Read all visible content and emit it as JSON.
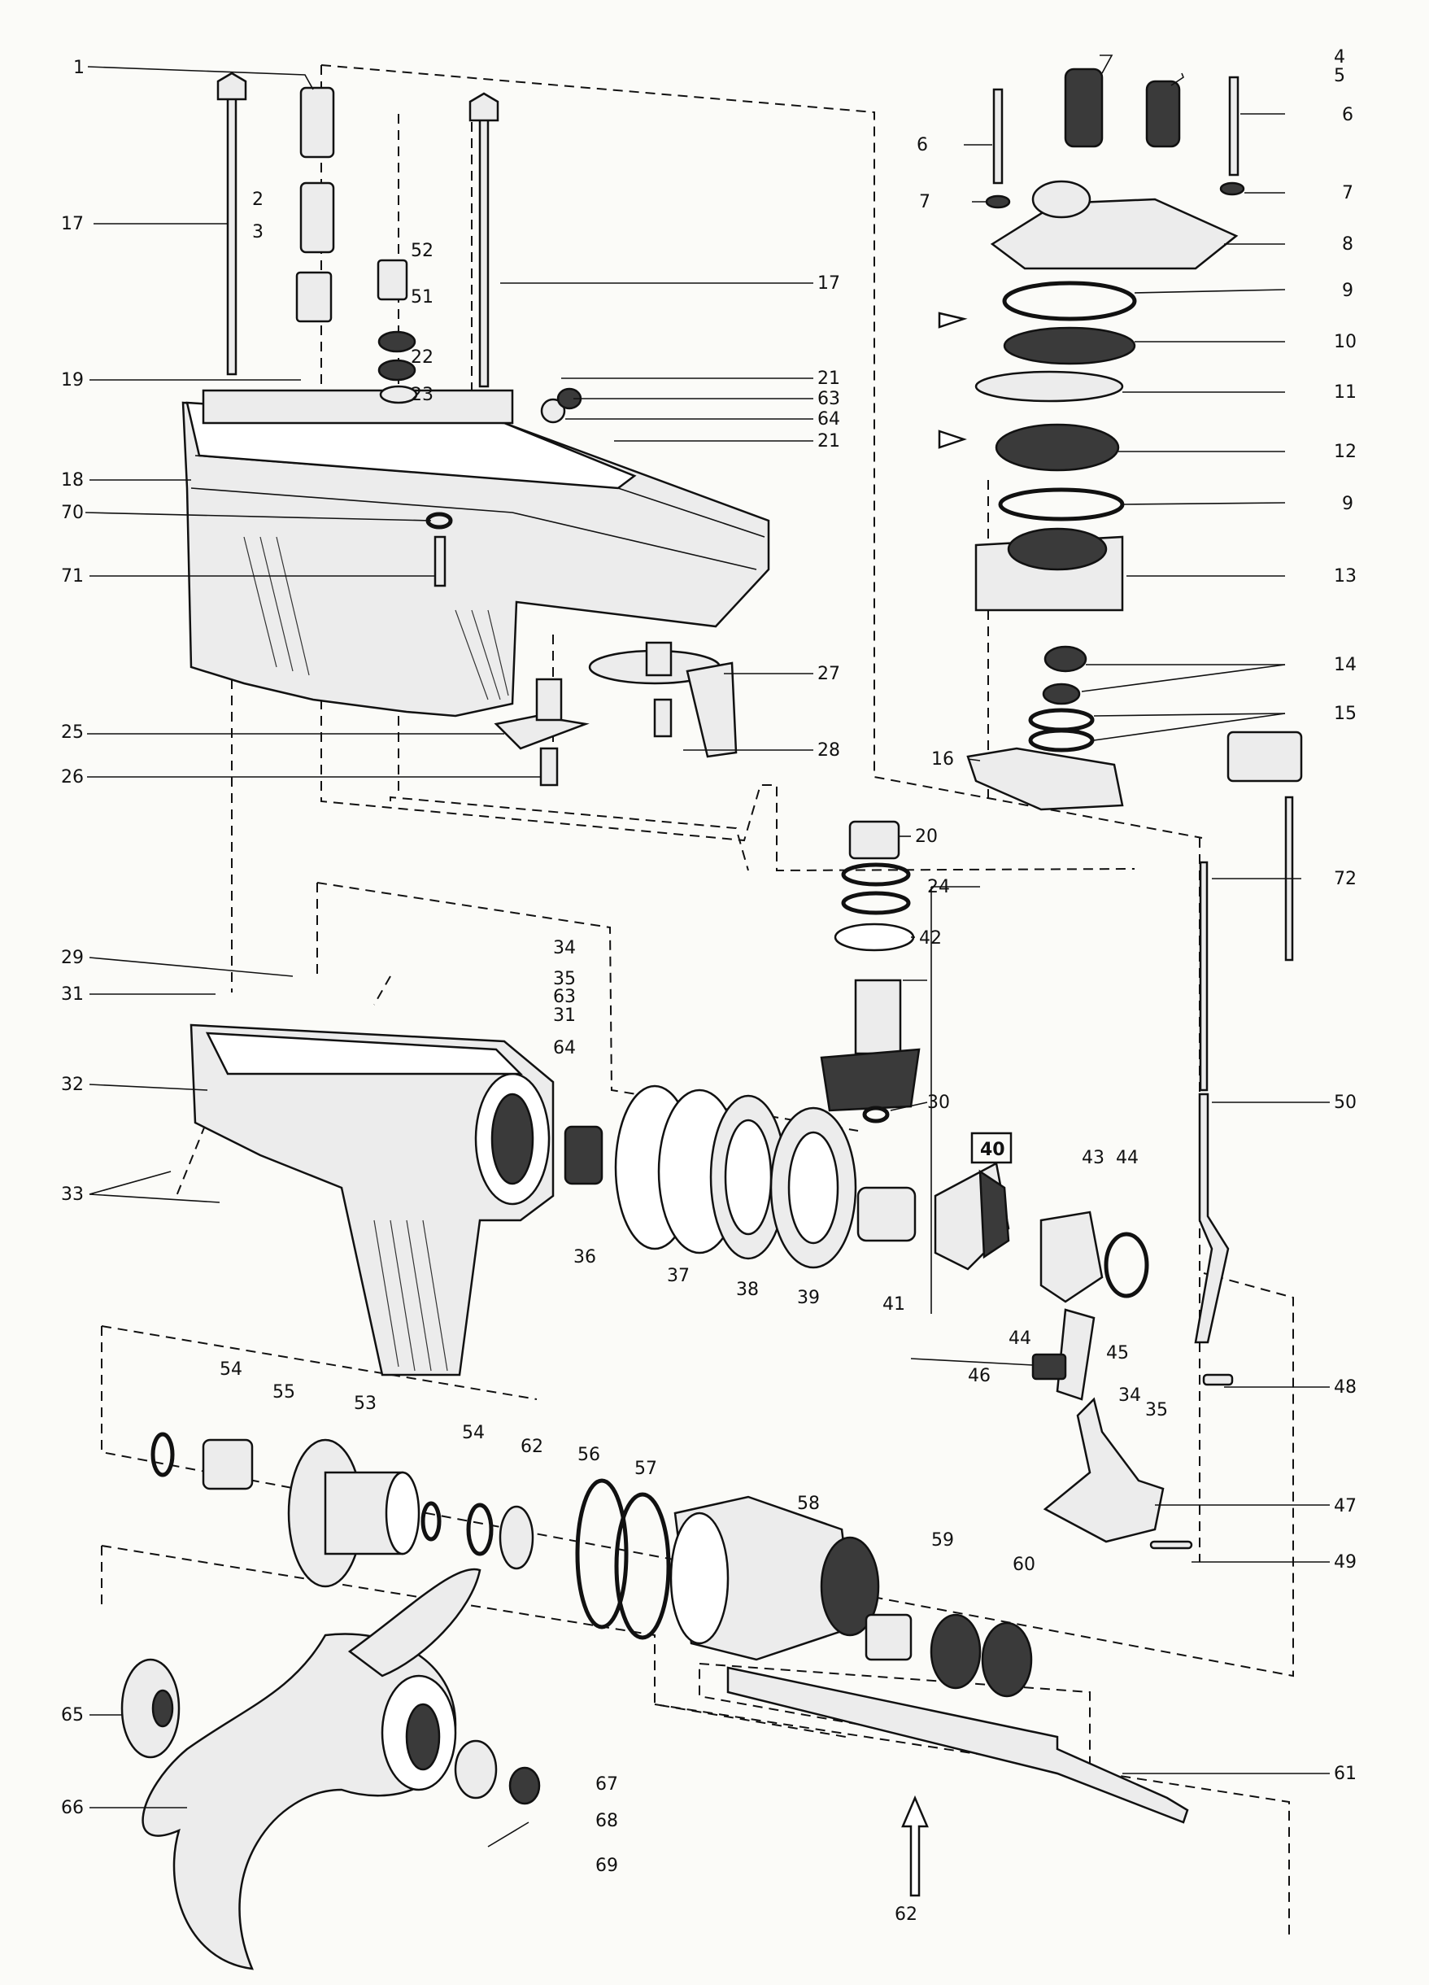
{
  "callouts": [
    {
      "n": "1"
    },
    {
      "n": "2"
    },
    {
      "n": "3"
    },
    {
      "n": "4"
    },
    {
      "n": "5"
    },
    {
      "n": "6"
    },
    {
      "n": "7"
    },
    {
      "n": "8"
    },
    {
      "n": "9"
    },
    {
      "n": "10"
    },
    {
      "n": "11"
    },
    {
      "n": "12"
    },
    {
      "n": "13"
    },
    {
      "n": "14"
    },
    {
      "n": "15"
    },
    {
      "n": "16"
    },
    {
      "n": "17"
    },
    {
      "n": "18"
    },
    {
      "n": "19"
    },
    {
      "n": "20"
    },
    {
      "n": "21"
    },
    {
      "n": "22"
    },
    {
      "n": "23"
    },
    {
      "n": "24"
    },
    {
      "n": "25"
    },
    {
      "n": "26"
    },
    {
      "n": "27"
    },
    {
      "n": "28"
    },
    {
      "n": "29"
    },
    {
      "n": "30"
    },
    {
      "n": "31"
    },
    {
      "n": "32"
    },
    {
      "n": "33"
    },
    {
      "n": "34"
    },
    {
      "n": "35"
    },
    {
      "n": "36"
    },
    {
      "n": "37"
    },
    {
      "n": "38"
    },
    {
      "n": "39"
    },
    {
      "n": "40",
      "boxed": true
    },
    {
      "n": "41"
    },
    {
      "n": "42"
    },
    {
      "n": "43"
    },
    {
      "n": "44"
    },
    {
      "n": "45"
    },
    {
      "n": "46"
    },
    {
      "n": "47"
    },
    {
      "n": "48"
    },
    {
      "n": "49"
    },
    {
      "n": "50"
    },
    {
      "n": "51"
    },
    {
      "n": "52"
    },
    {
      "n": "53"
    },
    {
      "n": "54"
    },
    {
      "n": "55"
    },
    {
      "n": "56"
    },
    {
      "n": "57"
    },
    {
      "n": "58"
    },
    {
      "n": "59"
    },
    {
      "n": "60"
    },
    {
      "n": "61"
    },
    {
      "n": "62"
    },
    {
      "n": "63"
    },
    {
      "n": "64"
    },
    {
      "n": "65"
    },
    {
      "n": "66"
    },
    {
      "n": "67"
    },
    {
      "n": "68"
    },
    {
      "n": "69"
    },
    {
      "n": "70"
    },
    {
      "n": "71"
    },
    {
      "n": "72"
    }
  ]
}
